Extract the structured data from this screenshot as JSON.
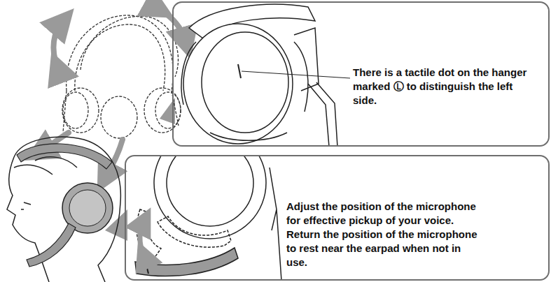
{
  "diagram": {
    "nodes": [
      {
        "text": [
          "There is a tactile dot on the hanger marked Ⓛ to distinguish the left side."
        ]
      },
      {
        "text": [
          "Adjust the position of the microphone for effective pickup of your voice.",
          "Return the position of the microphone to rest near the earpad when not in use."
        ]
      }
    ]
  }
}
